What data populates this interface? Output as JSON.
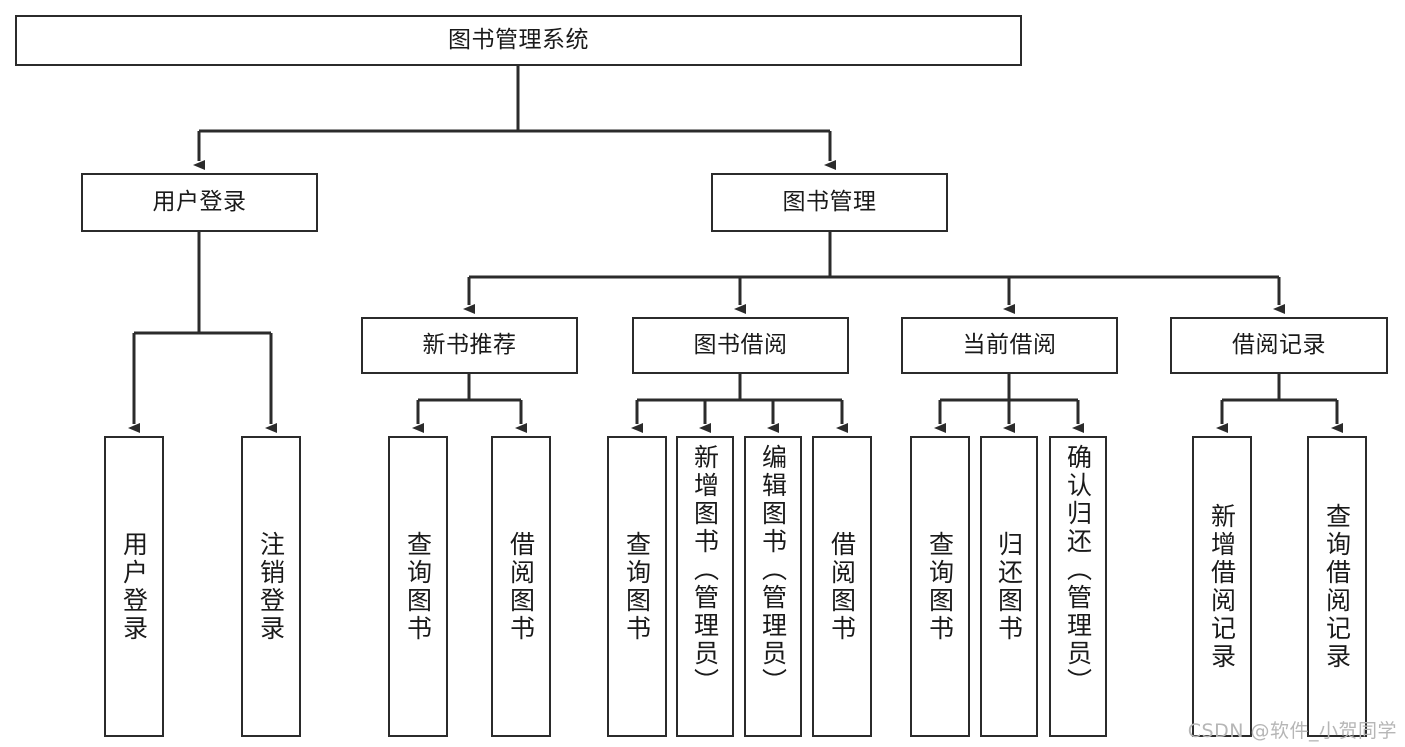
{
  "diagram": {
    "title": "图书管理系统",
    "type": "tree-hierarchy-diagram",
    "colors": {
      "box_border": "#2b2b2b",
      "box_fill": "#ffffff",
      "connector": "#2b2b2b",
      "text": "#1a1a1a",
      "watermark": "#b6b6b6",
      "background": "#ffffff"
    },
    "root": {
      "label": "图书管理系统"
    },
    "level2": [
      {
        "label": "用户登录"
      },
      {
        "label": "图书管理"
      }
    ],
    "level3": [
      {
        "label": "新书推荐"
      },
      {
        "label": "图书借阅"
      },
      {
        "label": "当前借阅"
      },
      {
        "label": "借阅记录"
      }
    ],
    "leaves": [
      {
        "label": "用户登录",
        "parent": "用户登录"
      },
      {
        "label": "注销登录",
        "parent": "用户登录"
      },
      {
        "label": "查询图书",
        "parent": "新书推荐"
      },
      {
        "label": "借阅图书",
        "parent": "新书推荐"
      },
      {
        "label": "查询图书",
        "parent": "图书借阅"
      },
      {
        "label": "新增图书（管理员）",
        "parent": "图书借阅"
      },
      {
        "label": "编辑图书（管理员）",
        "parent": "图书借阅"
      },
      {
        "label": "借阅图书",
        "parent": "图书借阅"
      },
      {
        "label": "查询图书",
        "parent": "当前借阅"
      },
      {
        "label": "归还图书",
        "parent": "当前借阅"
      },
      {
        "label": "确认归还（管理员）",
        "parent": "当前借阅"
      },
      {
        "label": "新增借阅记录",
        "parent": "借阅记录"
      },
      {
        "label": "查询借阅记录",
        "parent": "借阅记录"
      }
    ],
    "watermark": "CSDN @软件_小贺同学"
  }
}
